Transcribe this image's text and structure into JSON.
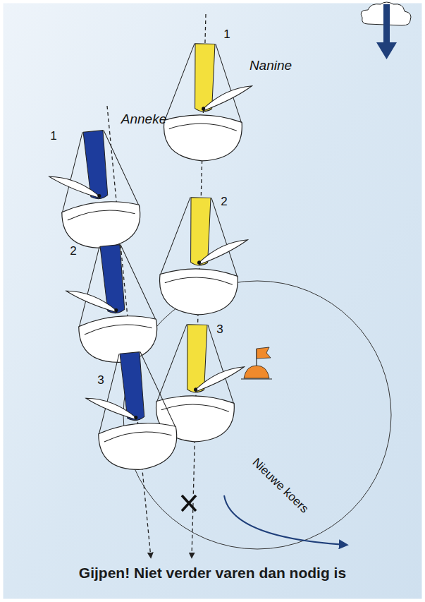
{
  "diagram": {
    "caption": "Gijpen! Niet verder varen dan nodig is",
    "labels": [
      "Nanine",
      "1",
      "2",
      "3",
      "Anneke",
      "1",
      "2",
      "3",
      "Nieuwe koers"
    ]
  }
}
